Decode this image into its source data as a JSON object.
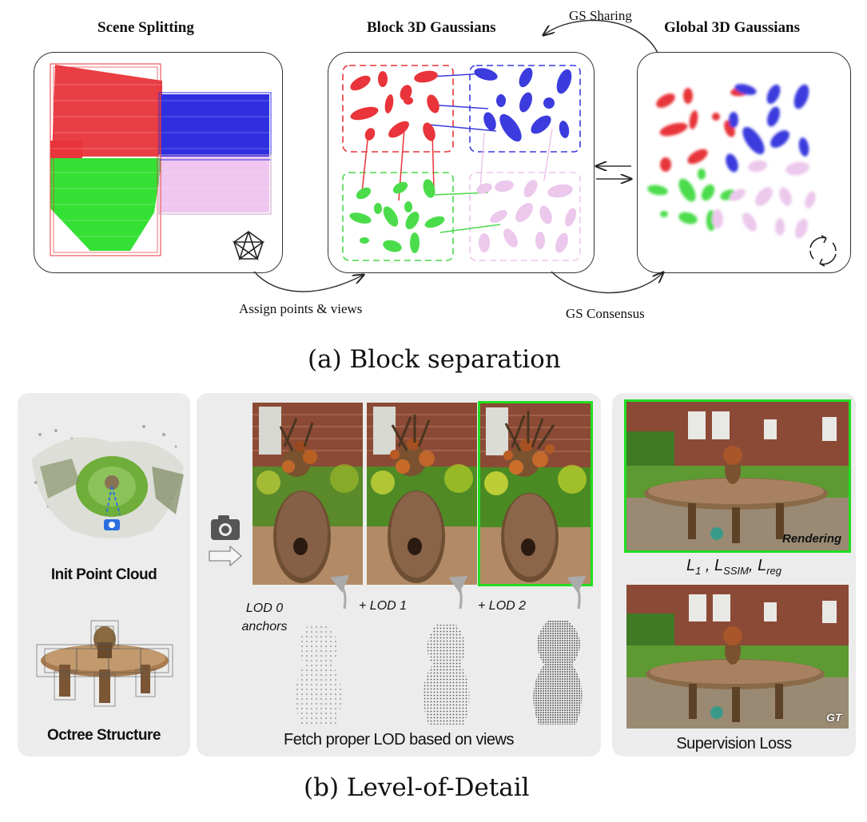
{
  "panel_a": {
    "titles": {
      "scene_splitting": "Scene Splitting",
      "block_gaussians": "Block 3D Gaussians",
      "global_gaussians": "Global 3D Gaussians"
    },
    "arrow_labels": {
      "gs_sharing": "GS Sharing",
      "assign": "Assign points & views",
      "consensus": "GS Consensus"
    },
    "caption": "(a) Block separation"
  },
  "panel_b": {
    "left": {
      "init_point_cloud": "Init Point Cloud",
      "octree_structure": "Octree Structure"
    },
    "middle": {
      "lod0_line1": "LOD 0",
      "lod0_line2": "anchors",
      "lod1": "+ LOD 1",
      "lod2": "+ LOD 2",
      "fetch": "Fetch proper LOD based on views"
    },
    "right": {
      "rendering": "Rendering",
      "gt": "GT",
      "supervision": "Supervision Loss",
      "loss_l1": "L",
      "loss_l1_sub": "1",
      "loss_ssim": "L",
      "loss_ssim_sub": "SSIM",
      "loss_reg": "L",
      "loss_reg_sub": "reg"
    },
    "caption": "(b) Level-of-Detail"
  },
  "colors": {
    "red": "#e8343a",
    "blue": "#3b3bde",
    "green": "#3fdc3f",
    "pink": "#ecc6ec",
    "highlight_green": "#22dd22"
  }
}
